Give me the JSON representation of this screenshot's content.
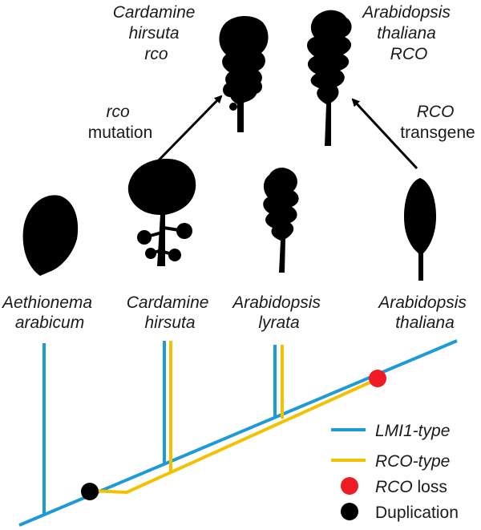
{
  "top_labels": {
    "cardamine_rco": [
      "Cardamine",
      "hirsuta",
      "rco"
    ],
    "arabidopsis_RCO": [
      "Arabidopsis",
      "thaliana",
      "RCO"
    ]
  },
  "arrow_labels": {
    "rco_mutation": [
      "rco",
      "mutation"
    ],
    "RCO_transgene": [
      "RCO",
      "transgene"
    ]
  },
  "species": [
    {
      "line1": "Aethionema",
      "line2": "arabicum"
    },
    {
      "line1": "Cardamine",
      "line2": "hirsuta"
    },
    {
      "line1": "Arabidopsis",
      "line2": "lyrata"
    },
    {
      "line1": "Arabidopsis",
      "line2": "thaliana"
    }
  ],
  "legend": {
    "lmi1": "LMI1-type",
    "rco_type": "RCO-type",
    "rco_loss_italic": "RCO",
    "rco_loss_rest": " loss",
    "duplication": "Duplication"
  },
  "colors": {
    "lmi1": "#1e9ad6",
    "rco": "#f2c200",
    "loss": "#ee1c25",
    "duplication": "#000000"
  }
}
